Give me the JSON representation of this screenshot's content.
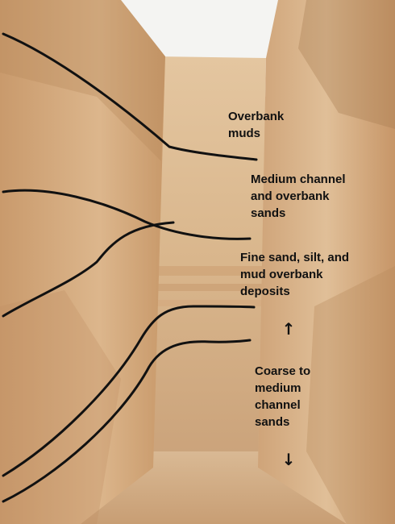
{
  "labels": {
    "overbank_muds": "Overbank\nmuds",
    "medium_channel": "Medium channel\nand overbank\nsands",
    "fine_sand": "Fine sand, silt, and\nmud overbank\ndeposits",
    "coarse_channel": "Coarse to\nmedium\nchannel\nsands"
  },
  "icons": {
    "up_arrow": "↑",
    "down_arrow": "↓"
  },
  "colors": {
    "sky": "#f4f4f2",
    "sediment_light": "#e2c39d",
    "sediment_mid": "#cfa57a",
    "sediment_dark": "#b9895d",
    "boundary_line": "#111111"
  }
}
